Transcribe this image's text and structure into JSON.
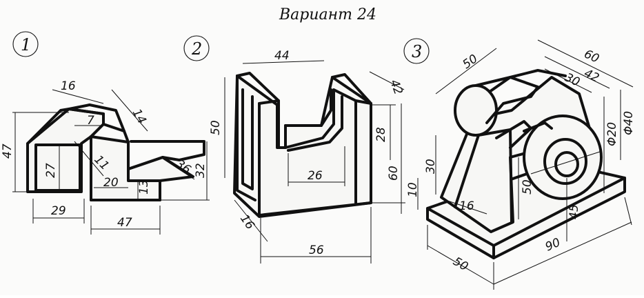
{
  "title": "Вариант 24",
  "figures": [
    {
      "id": "1",
      "dims": {
        "w16": "16",
        "w14": "14",
        "h47": "47",
        "h7": "7",
        "h27": "27",
        "d11": "11",
        "w20": "20",
        "w29": "29",
        "w47": "47",
        "h13": "13",
        "d36": "36",
        "h32": "32"
      }
    },
    {
      "id": "2",
      "dims": {
        "w44": "44",
        "w42": "42",
        "h50": "50",
        "h28": "28",
        "w26": "26",
        "h60": "60",
        "t16": "16",
        "w56": "56"
      }
    },
    {
      "id": "3",
      "dims": {
        "w50": "50",
        "w60": "60",
        "w42": "42",
        "w30": "30",
        "d20": "Φ20",
        "d40": "Φ40",
        "h30": "30",
        "h50": "50",
        "h10": "10",
        "w16": "16",
        "h45": "45",
        "b90": "90",
        "b50": "50"
      }
    }
  ]
}
